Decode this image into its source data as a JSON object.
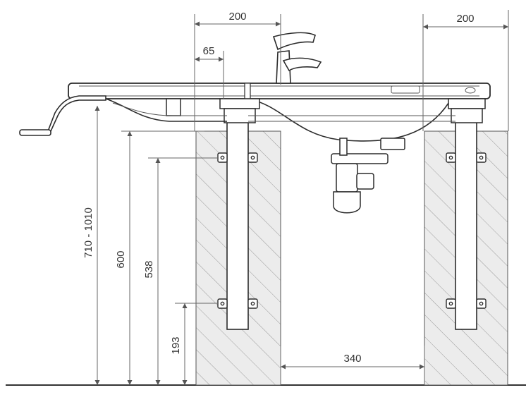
{
  "dimensions": {
    "top_left_width": "200",
    "top_right_width": "200",
    "bracket_offset": "65",
    "gap_between_walls": "340",
    "height_range": "710 - 1010",
    "height_600": "600",
    "height_538": "538",
    "height_193": "193"
  },
  "colors": {
    "line": "#2b2b2b",
    "hatch": "#9a9a9a",
    "wall_fill": "#ececec",
    "background": "#ffffff"
  }
}
